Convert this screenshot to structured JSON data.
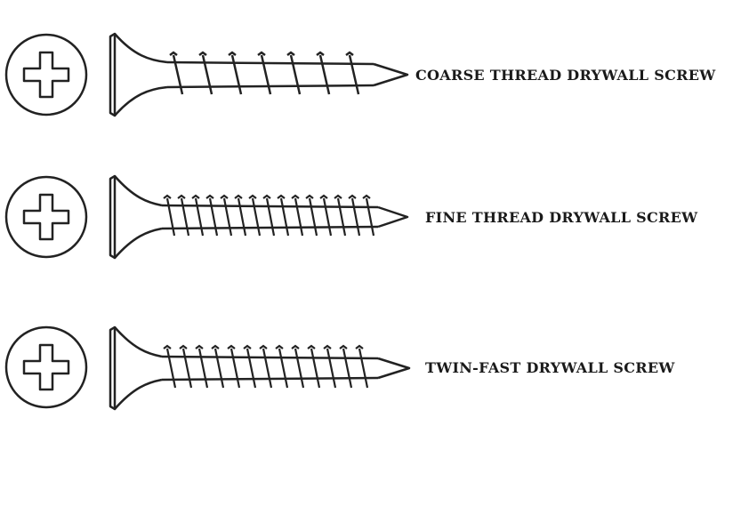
{
  "screws": [
    {
      "label": "COARSE THREAD DRYWALL SCREW",
      "thread": "coarse"
    },
    {
      "label": "FINE THREAD DRYWALL SCREW",
      "thread": "fine"
    },
    {
      "label": "TWIN-FAST DRYWALL SCREW",
      "thread": "twin-fast"
    }
  ],
  "colors": {
    "line": "#222222",
    "background": "#ffffff"
  }
}
